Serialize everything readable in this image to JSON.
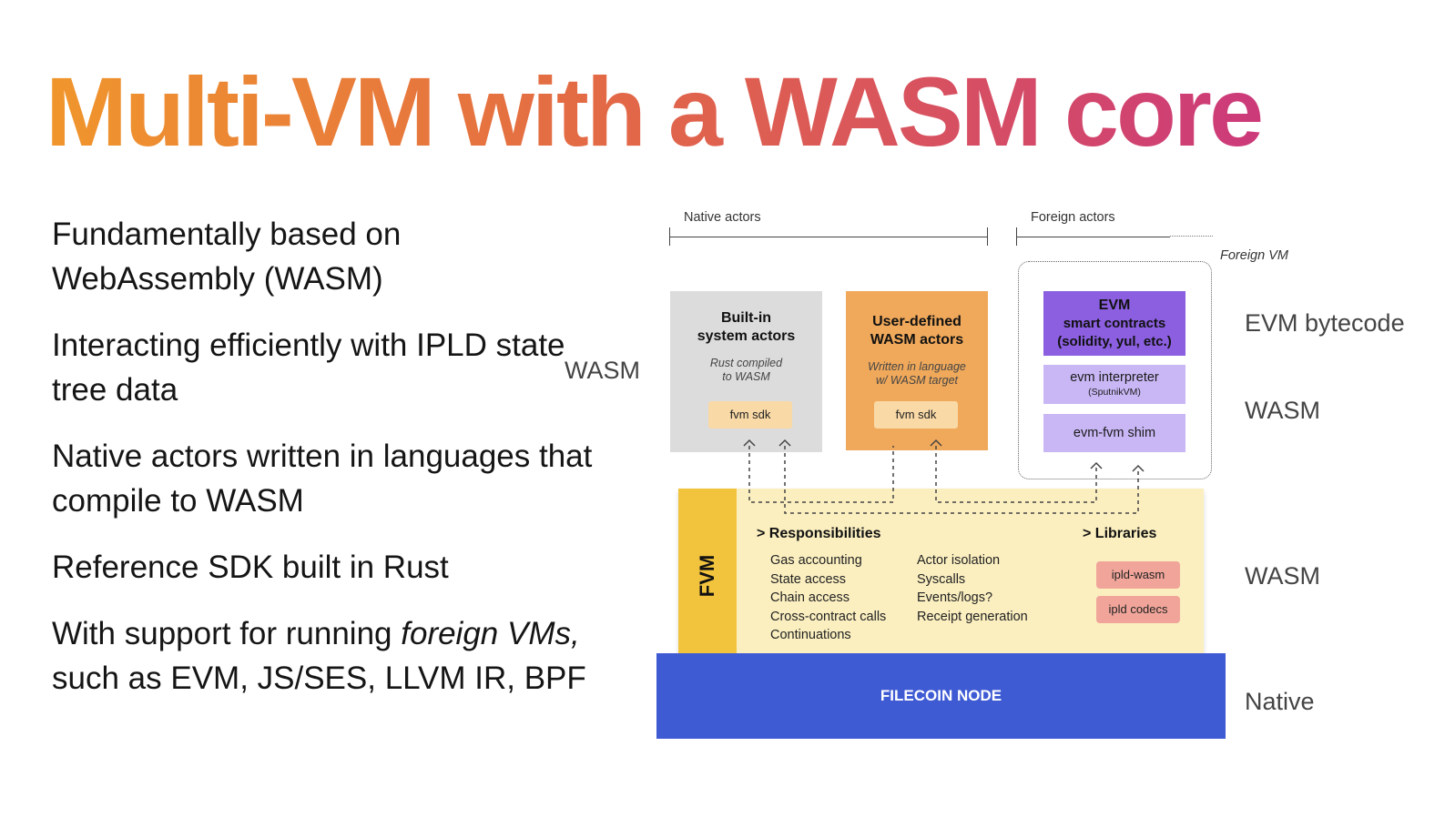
{
  "title": "Multi-VM with a WASM core",
  "bullets": {
    "b1": "Fundamentally based on WebAssembly (WASM)",
    "b2": "Interacting efficiently with IPLD state tree data",
    "b3": "Native actors written in languages that compile to WASM",
    "b4": "Reference SDK built in Rust",
    "b5_pre": "With support for running ",
    "b5_em": "foreign VMs,",
    "b5_post": " such as EVM, JS/SES, LLVM IR, BPF"
  },
  "diagram": {
    "native_actors": "Native actors",
    "foreign_actors": "Foreign actors",
    "foreign_vm": "Foreign VM",
    "left_wasm": "WASM",
    "builtin": {
      "title1": "Built-in",
      "title2": "system actors",
      "sub1": "Rust compiled",
      "sub2": "to WASM",
      "chip": "fvm sdk"
    },
    "userdef": {
      "title1": "User-defined",
      "title2": "WASM actors",
      "sub1": "Written in language",
      "sub2": "w/ WASM target",
      "chip": "fvm sdk"
    },
    "evm": {
      "l1": "EVM",
      "l2": "smart contracts",
      "l3": "(solidity, yul, etc.)",
      "interp": "evm interpreter",
      "interp_sub": "(SputnikVM)",
      "shim": "evm-fvm shim"
    },
    "fvm": {
      "label": "FVM",
      "responsibilities_title": "> Responsibilities",
      "libraries_title": "> Libraries",
      "resp_col1": [
        "Gas accounting",
        "State access",
        "Chain access",
        "Cross-contract calls",
        "Continuations"
      ],
      "resp_col2": [
        "Actor isolation",
        "Syscalls",
        "Events/logs?",
        "Receipt generation"
      ],
      "libraries": [
        "ipld-wasm",
        "ipld codecs"
      ]
    },
    "node": "FILECOIN NODE",
    "right_labels": {
      "evm_bytecode": "EVM bytecode",
      "wasm1": "WASM",
      "wasm2": "WASM",
      "native": "Native"
    }
  },
  "colors": {
    "builtin_box": "#dcdcdc",
    "userdef_box": "#f0a95b",
    "evm_dark": "#8b5fe0",
    "evm_light": "#c9b7f5",
    "fvm_band": "#fbefc0",
    "fvm_side": "#f2c43d",
    "lib_chip": "#f1a59a",
    "node": "#3f5bd4"
  }
}
